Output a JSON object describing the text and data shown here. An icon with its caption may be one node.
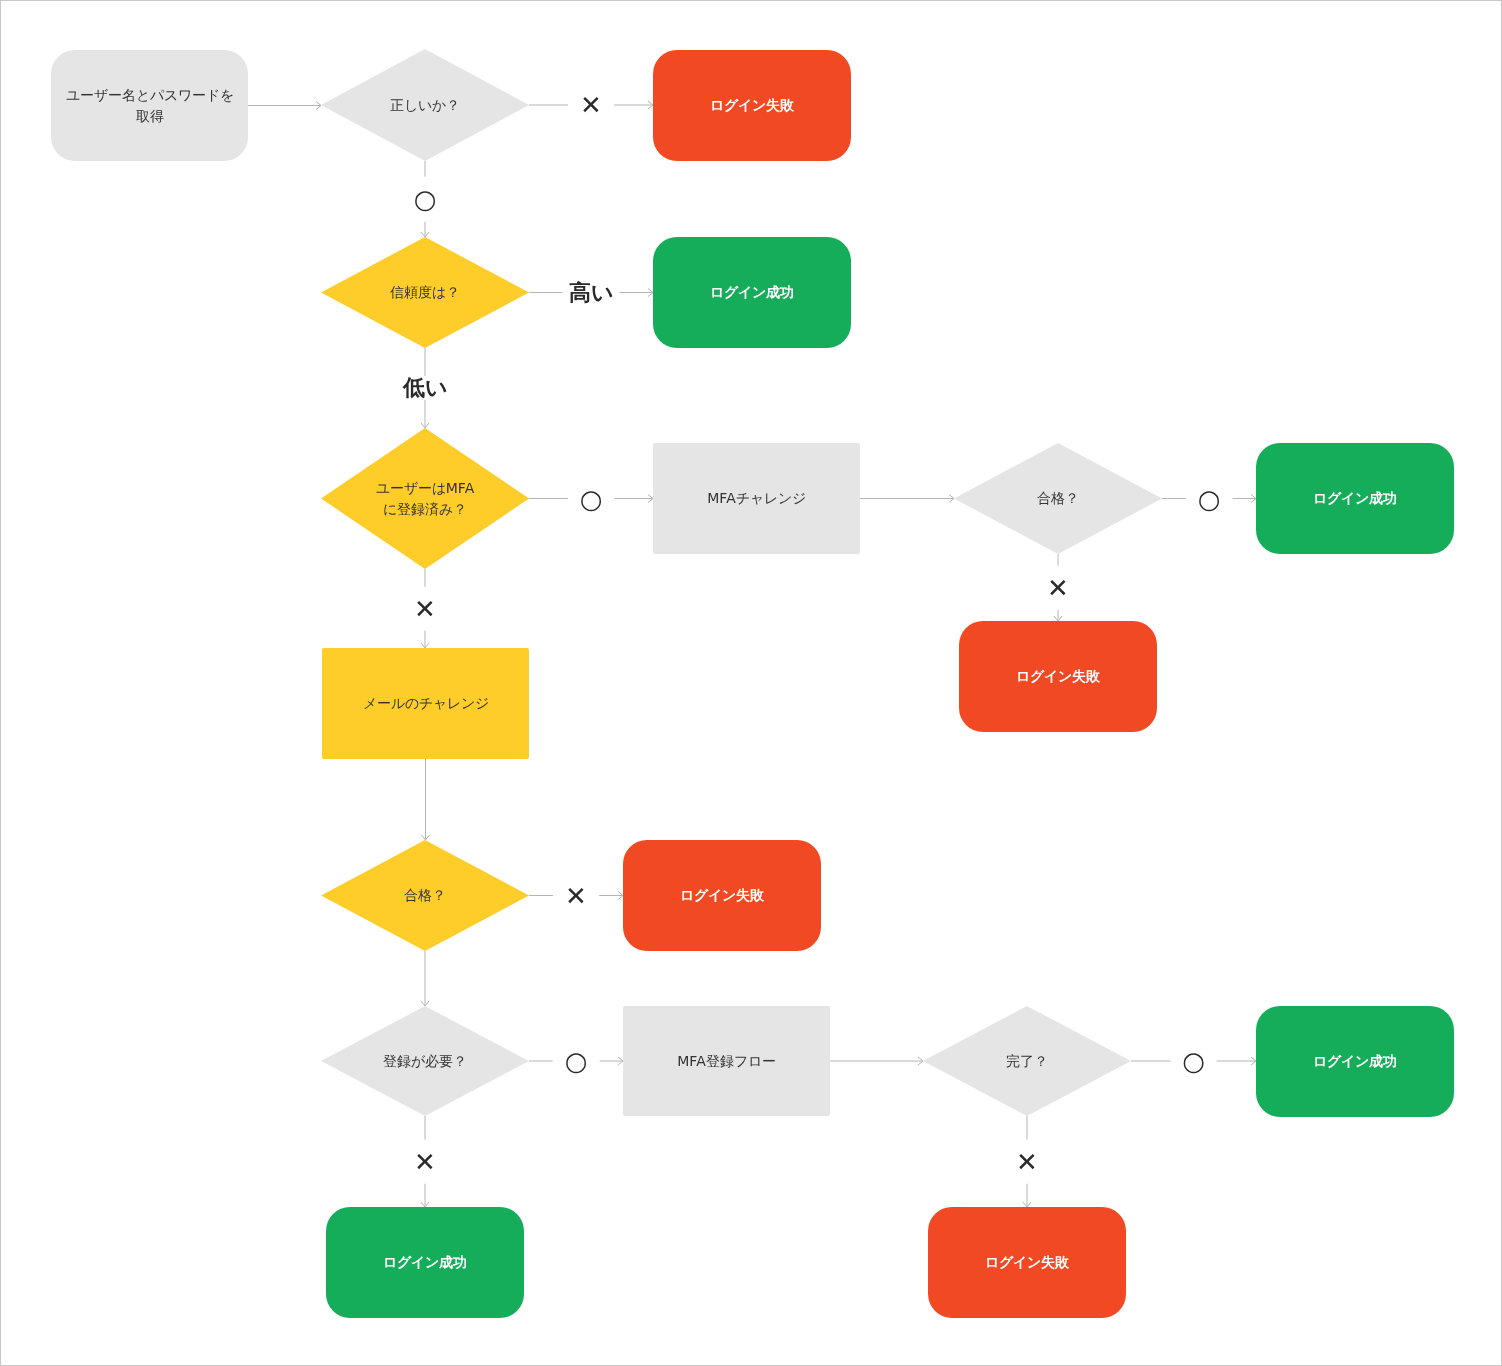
{
  "diagram": {
    "nodes": [
      {
        "text": [
          "ユーザー名とパスワードを取得"
        ]
      },
      {
        "text": [
          "正しいか？"
        ]
      },
      {
        "text": [
          "ログイン失敗"
        ]
      },
      {
        "text": [
          "信頼度は？"
        ]
      },
      {
        "text": [
          "ログイン成功"
        ]
      },
      {
        "text": [
          "ユーザーはMFAに登録済み？"
        ]
      },
      {
        "text": [
          "MFAチャレンジ"
        ]
      },
      {
        "text": [
          "合格？"
        ]
      },
      {
        "text": [
          "ログイン成功"
        ]
      },
      {
        "text": [
          "ログイン失敗"
        ]
      },
      {
        "text": [
          "メールのチャレンジ"
        ]
      },
      {
        "text": [
          "合格？"
        ]
      },
      {
        "text": [
          "ログイン失敗"
        ]
      },
      {
        "text": [
          "登録が必要？"
        ]
      },
      {
        "text": [
          "MFA登録フロー"
        ]
      },
      {
        "text": [
          "完了？"
        ]
      },
      {
        "text": [
          "ログイン成功"
        ]
      },
      {
        "text": [
          "ログイン成功"
        ]
      },
      {
        "text": [
          "ログイン失敗"
        ]
      }
    ],
    "edges": [
      {
        "from": 0,
        "to": 1,
        "arrow": "to"
      },
      {
        "from": 1,
        "to": 2,
        "arrow": "to",
        "label": "✕"
      },
      {
        "from": 1,
        "to": 3,
        "arrow": "to",
        "label": "○"
      },
      {
        "from": 3,
        "to": 4,
        "arrow": "to",
        "label": "高い"
      },
      {
        "from": 3,
        "to": 5,
        "arrow": "to",
        "label": "低い"
      },
      {
        "from": 5,
        "to": 6,
        "arrow": "to",
        "label": "○"
      },
      {
        "from": 5,
        "to": 10,
        "arrow": "to",
        "label": "✕"
      },
      {
        "from": 6,
        "to": 7,
        "arrow": "to"
      },
      {
        "from": 7,
        "to": 8,
        "arrow": "to",
        "label": "○"
      },
      {
        "from": 7,
        "to": 9,
        "arrow": "to",
        "label": "✕"
      },
      {
        "from": 10,
        "to": 11,
        "arrow": "to"
      },
      {
        "from": 11,
        "to": 12,
        "arrow": "to",
        "label": "✕"
      },
      {
        "from": 11,
        "to": 13,
        "arrow": "to"
      },
      {
        "from": 13,
        "to": 14,
        "arrow": "to",
        "label": "○"
      },
      {
        "from": 13,
        "to": 17,
        "arrow": "to",
        "label": "✕"
      },
      {
        "from": 14,
        "to": 15,
        "arrow": "to"
      },
      {
        "from": 15,
        "to": 16,
        "arrow": "to",
        "label": "○"
      },
      {
        "from": 15,
        "to": 18,
        "arrow": "to",
        "label": "✕"
      }
    ]
  }
}
